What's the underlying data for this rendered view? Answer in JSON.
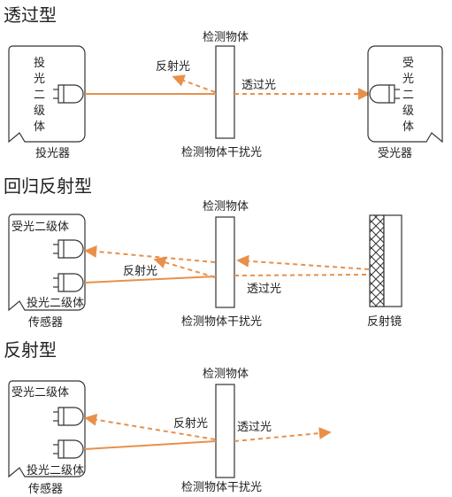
{
  "sections": [
    {
      "title": "透过型",
      "object_label": "检测物体",
      "object_caption": "检测物体干扰光",
      "emitter_label": [
        "投",
        "光",
        "二",
        "级",
        "体"
      ],
      "emitter_caption": "投光器",
      "receiver_label": [
        "受",
        "光",
        "二",
        "级",
        "体"
      ],
      "receiver_caption": "受光器",
      "reflect_label": "反射光",
      "transmit_label": "透过光"
    },
    {
      "title": "回归反射型",
      "object_label": "检测物体",
      "object_caption": "检测物体干扰光",
      "box_top_label": "受光二级体",
      "box_bottom_label": "投光二级体",
      "box_caption": "传感器",
      "reflect_label": "反射光",
      "transmit_label": "透过光",
      "mirror_caption": "反射镜"
    },
    {
      "title": "反射型",
      "object_label": "检测物体",
      "object_caption": "检测物体干扰光",
      "box_top_label": "受光二级体",
      "box_bottom_label": "投光二级体",
      "box_caption": "传感器",
      "reflect_label": "反射光",
      "transmit_label": "透过光"
    }
  ],
  "colors": {
    "beam": "#E8904A",
    "line": "#333333"
  }
}
